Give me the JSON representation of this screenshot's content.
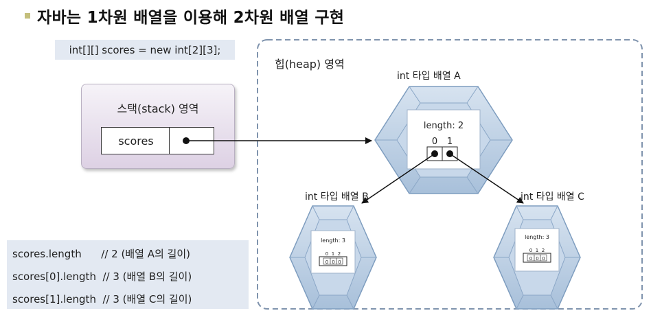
{
  "title": "자바는 1차원 배열을 이용해 2차원 배열 구현",
  "code": "int[][] scores = new int[2][3];",
  "stack": {
    "label": "스택(stack) 영역",
    "variable": "scores"
  },
  "heap": {
    "label": "힙(heap) 영역"
  },
  "arrays": {
    "a": {
      "title": "int 타입 배열 A",
      "length_text": "length: 2",
      "indices": [
        "0",
        "1"
      ]
    },
    "b": {
      "title": "int 타입 배열 B",
      "length_text": "length: 3",
      "indices": [
        "0",
        "1",
        "2"
      ],
      "values": [
        "0",
        "0",
        "0"
      ]
    },
    "c": {
      "title": "int 타입 배열 C",
      "length_text": "length: 3",
      "indices": [
        "0",
        "1",
        "2"
      ],
      "values": [
        "0",
        "0",
        "0"
      ]
    }
  },
  "info": {
    "line1": "scores.length      // 2 (배열 A의 길이)",
    "line2": "scores[0].length  // 3 (배열 B의 길이)",
    "line3": "scores[1].length  // 3 (배열 C의 길이)"
  },
  "colors": {
    "code_bg": "#e3e9f2",
    "hex_face": "#b8cde3",
    "hex_edge": "#7e9dbf",
    "bullet": "#c4bf7c"
  }
}
